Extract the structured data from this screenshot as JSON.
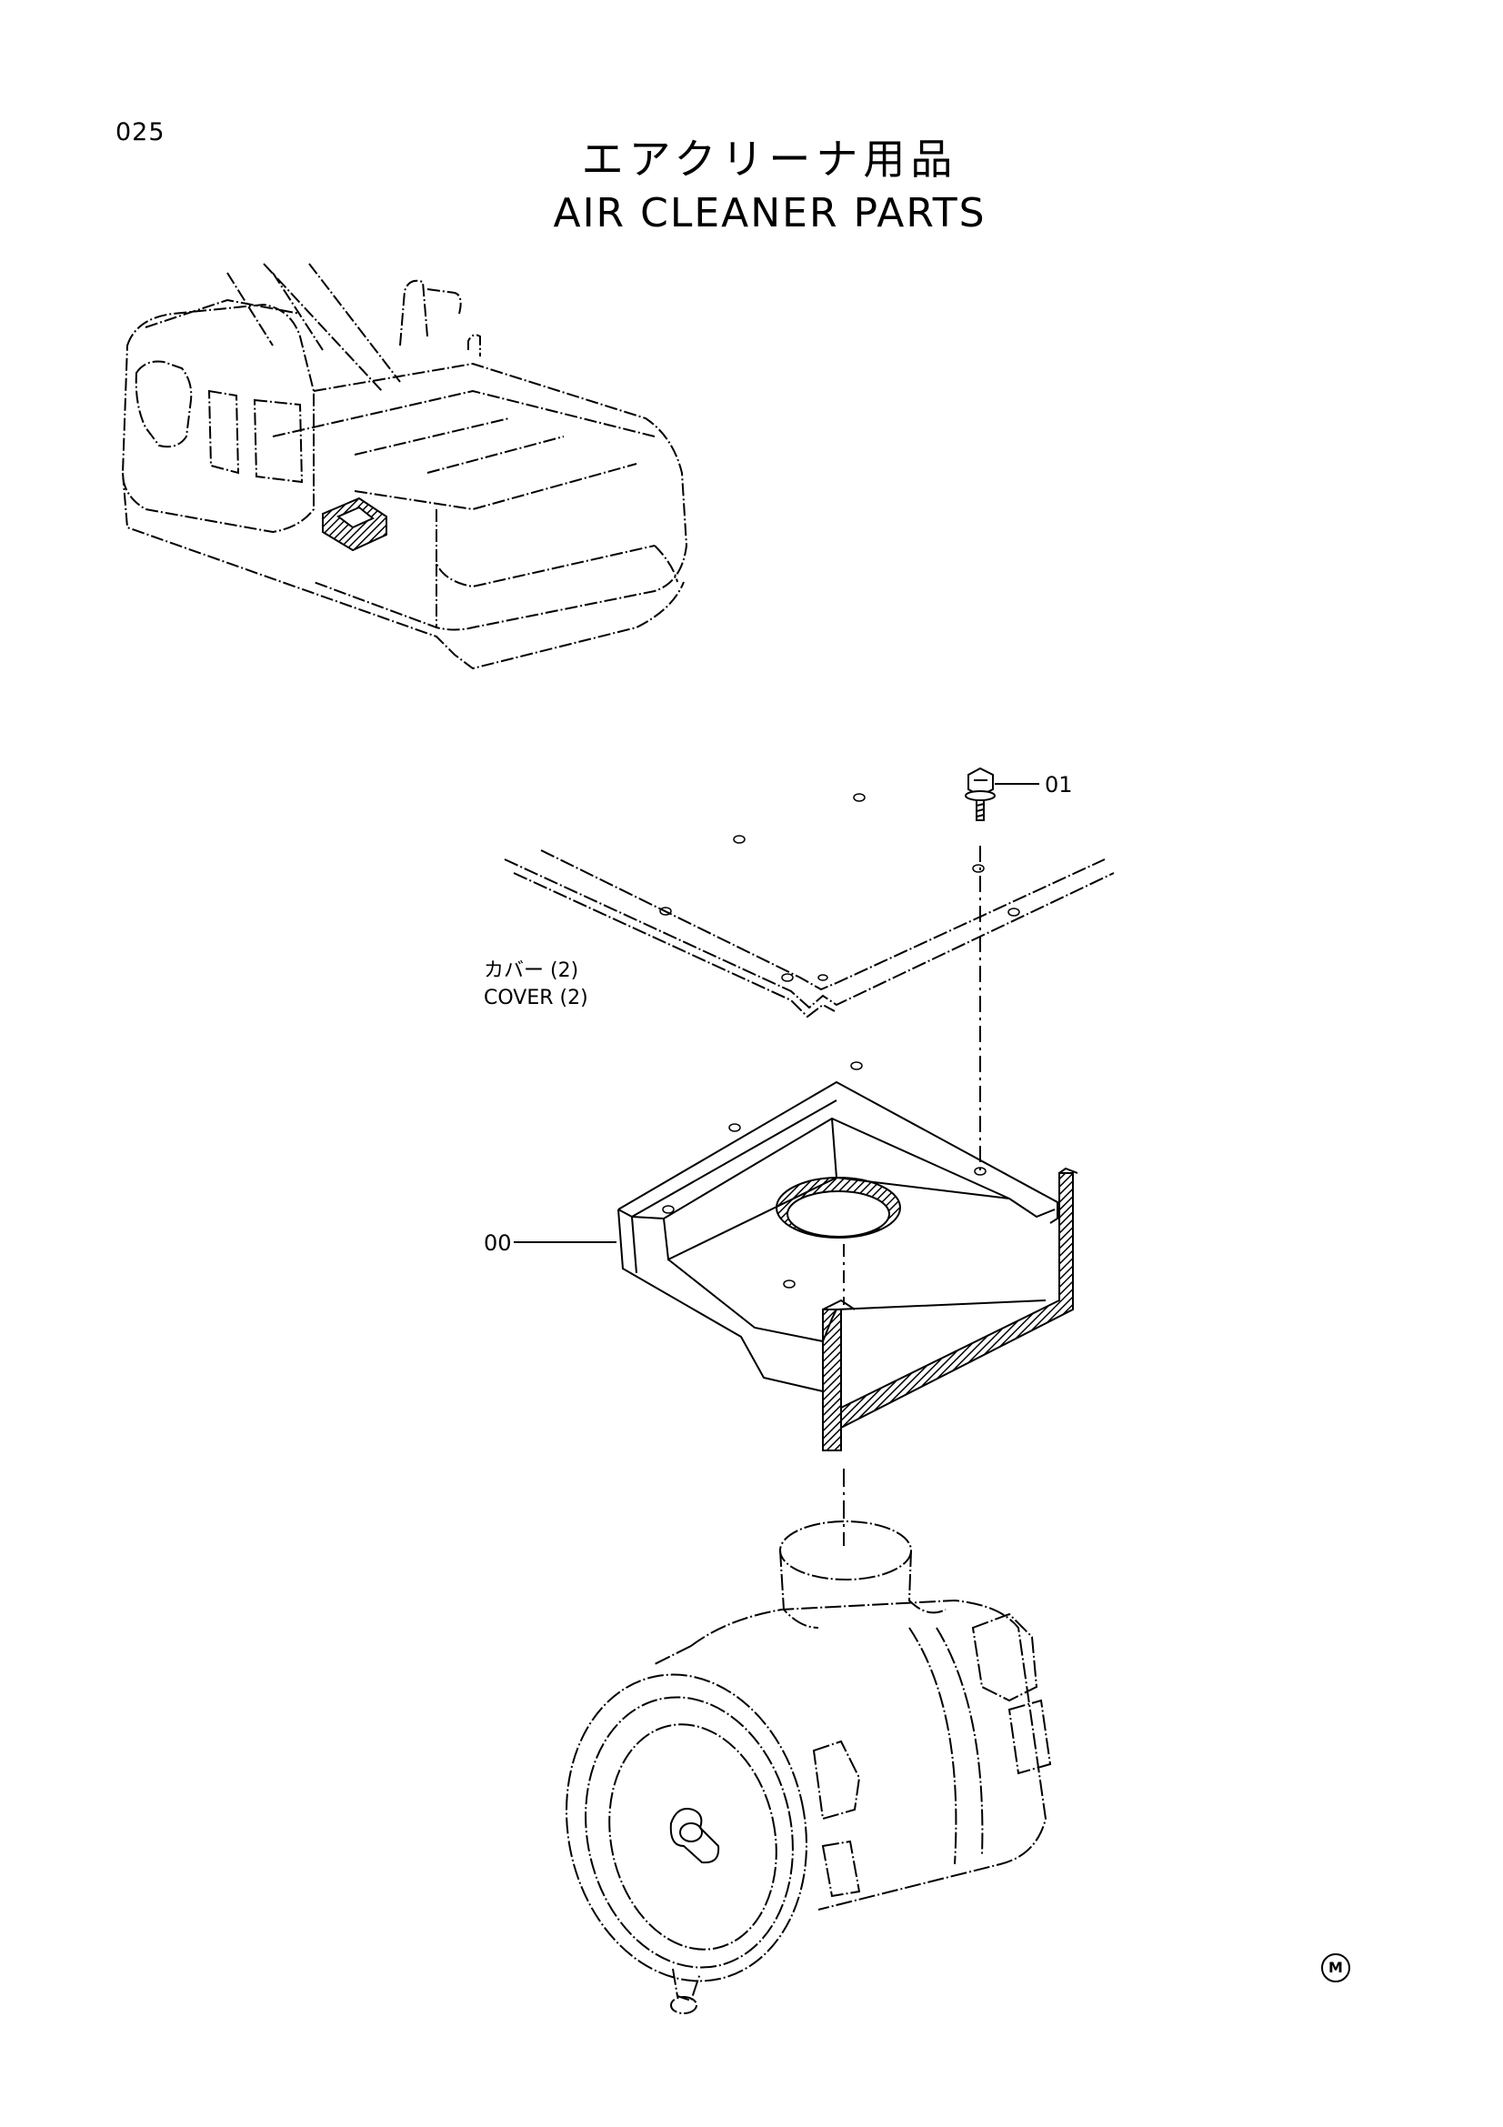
{
  "page_number": "025",
  "title": {
    "japanese": "エアクリーナ用品",
    "english": "AIR CLEANER PARTS"
  },
  "callouts": {
    "bolt": "01",
    "bracket": "00"
  },
  "cover_label": {
    "japanese": "カバー (2)",
    "english": "COVER (2)"
  },
  "footer_mark": "M"
}
